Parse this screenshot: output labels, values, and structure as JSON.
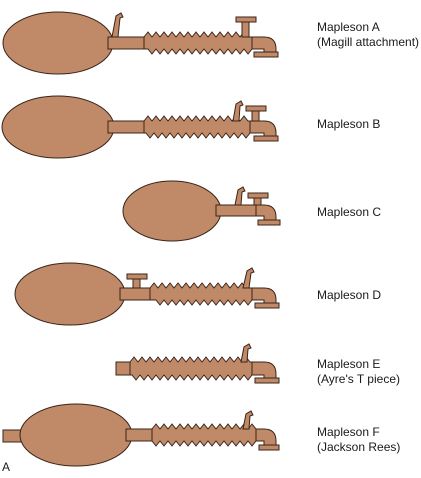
{
  "panel_letter": "A",
  "colors": {
    "fill": "#c08a68",
    "stroke": "#3a2418"
  },
  "circuits": [
    {
      "id": "a",
      "label_lines": [
        "Mapleson A",
        "(Magill attachment)"
      ]
    },
    {
      "id": "b",
      "label_lines": [
        "Mapleson B"
      ]
    },
    {
      "id": "c",
      "label_lines": [
        "Mapleson C"
      ]
    },
    {
      "id": "d",
      "label_lines": [
        "Mapleson D"
      ]
    },
    {
      "id": "e",
      "label_lines": [
        "Mapleson E",
        "(Ayre's T piece)"
      ]
    },
    {
      "id": "f",
      "label_lines": [
        "Mapleson F",
        "(Jackson Rees)"
      ]
    }
  ]
}
